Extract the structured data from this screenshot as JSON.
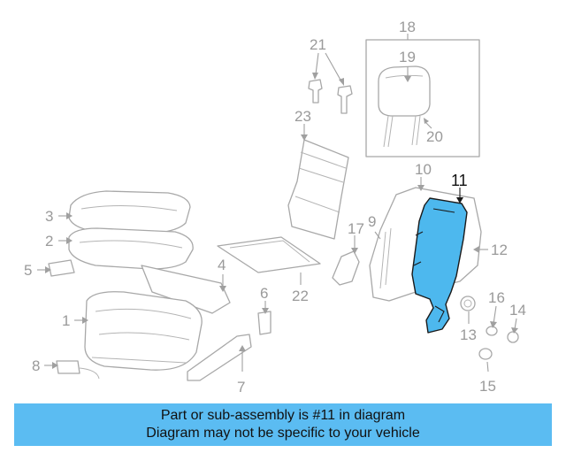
{
  "diagram": {
    "highlight_color": "#4db8ee",
    "label_color": "#9a9a9a",
    "highlighted_part": "11",
    "callouts": [
      "1",
      "2",
      "3",
      "4",
      "5",
      "6",
      "7",
      "8",
      "9",
      "10",
      "11",
      "12",
      "13",
      "14",
      "15",
      "16",
      "17",
      "18",
      "19",
      "20",
      "21",
      "22",
      "23"
    ]
  },
  "banner": {
    "line1": "Part or sub-assembly is #11 in diagram",
    "line2": "Diagram may not be specific to your vehicle",
    "color": "#5bbcf2"
  }
}
